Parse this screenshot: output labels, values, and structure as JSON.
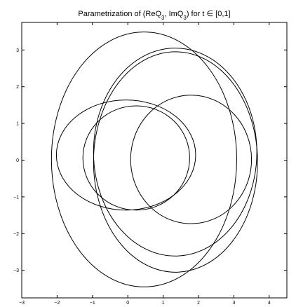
{
  "chart_data": {
    "type": "line",
    "title": {
      "prefix": "Parametrization of (ReQ",
      "sub1": "3",
      "middle": ", ImQ",
      "sub2": "3",
      "suffix": ") for t ∈  [0,1]"
    },
    "xlabel": "",
    "ylabel": "",
    "xlim": [
      -3,
      4.5
    ],
    "ylim": [
      -3.75,
      3.75
    ],
    "xticks": [
      -3,
      -2,
      -1,
      0,
      1,
      2,
      3,
      4
    ],
    "yticks": [
      -3,
      -2,
      -1,
      0,
      1,
      2,
      3
    ],
    "grid": false,
    "curves": [
      {
        "cx": 0.46,
        "cy": 0.02,
        "rx": 2.62,
        "ry": 3.47
      },
      {
        "cx": 1.35,
        "cy": -0.05,
        "rx": 2.32,
        "ry": 3.0
      },
      {
        "cx": 1.34,
        "cy": 0.22,
        "rx": 2.31,
        "ry": 2.83
      },
      {
        "cx": -0.05,
        "cy": 0.14,
        "rx": 1.97,
        "ry": 1.5
      },
      {
        "cx": 0.24,
        "cy": 0.06,
        "rx": 1.51,
        "ry": 1.42
      },
      {
        "cx": 1.79,
        "cy": 0.02,
        "rx": 1.71,
        "ry": 1.75
      }
    ]
  }
}
